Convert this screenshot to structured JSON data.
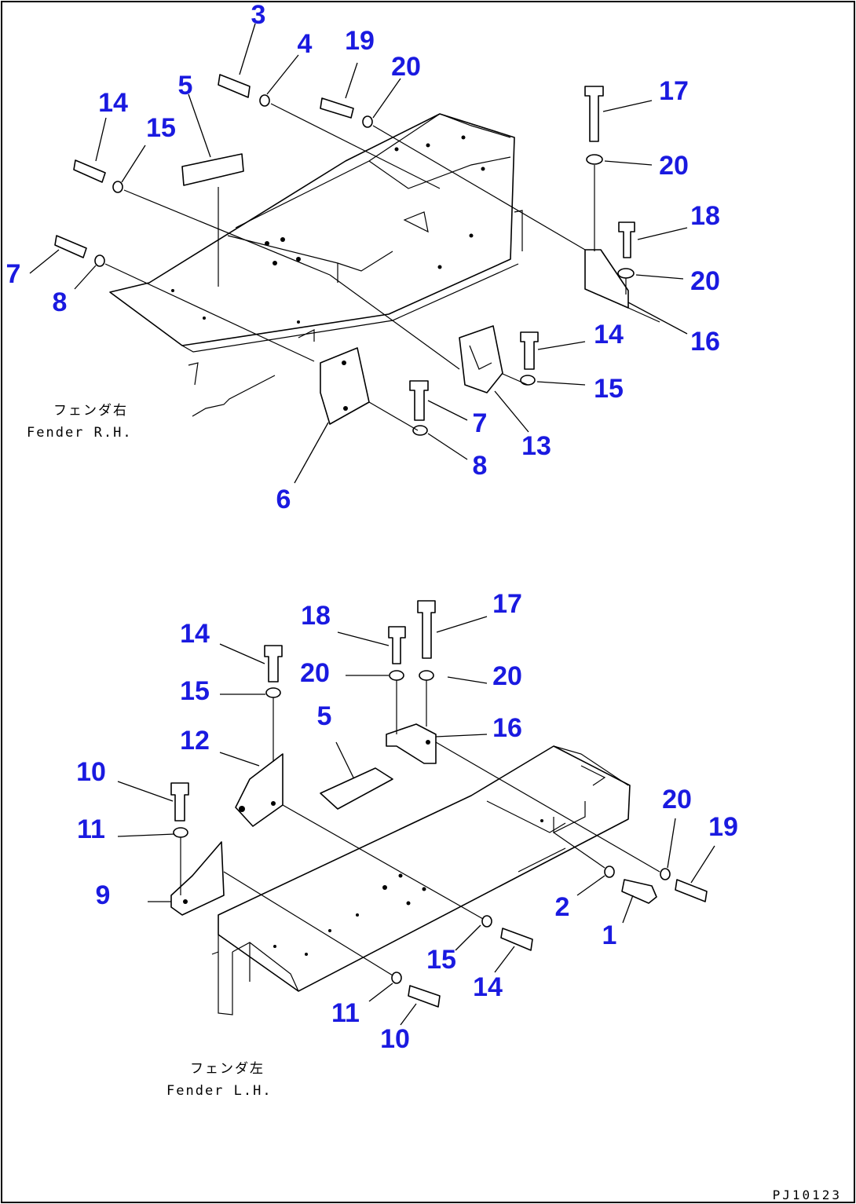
{
  "figure_code": "PJ10123",
  "views": [
    {
      "id": "rh",
      "caption_jp": "フェンダ右",
      "caption_en": "Fender R.H.",
      "callouts": [
        {
          "id": "rh-3",
          "text": "3"
        },
        {
          "id": "rh-4",
          "text": "4"
        },
        {
          "id": "rh-19",
          "text": "19"
        },
        {
          "id": "rh-20a",
          "text": "20"
        },
        {
          "id": "rh-14a",
          "text": "14"
        },
        {
          "id": "rh-15a",
          "text": "15"
        },
        {
          "id": "rh-5",
          "text": "5"
        },
        {
          "id": "rh-7a",
          "text": "7"
        },
        {
          "id": "rh-8a",
          "text": "8"
        },
        {
          "id": "rh-17",
          "text": "17"
        },
        {
          "id": "rh-20b",
          "text": "20"
        },
        {
          "id": "rh-18",
          "text": "18"
        },
        {
          "id": "rh-20c",
          "text": "20"
        },
        {
          "id": "rh-16",
          "text": "16"
        },
        {
          "id": "rh-14b",
          "text": "14"
        },
        {
          "id": "rh-15b",
          "text": "15"
        },
        {
          "id": "rh-7b",
          "text": "7"
        },
        {
          "id": "rh-13",
          "text": "13"
        },
        {
          "id": "rh-8b",
          "text": "8"
        },
        {
          "id": "rh-6",
          "text": "6"
        }
      ]
    },
    {
      "id": "lh",
      "caption_jp": "フェンダ左",
      "caption_en": "Fender L.H.",
      "callouts": [
        {
          "id": "lh-18",
          "text": "18"
        },
        {
          "id": "lh-17",
          "text": "17"
        },
        {
          "id": "lh-14a",
          "text": "14"
        },
        {
          "id": "lh-20a",
          "text": "20"
        },
        {
          "id": "lh-20b",
          "text": "20"
        },
        {
          "id": "lh-15a",
          "text": "15"
        },
        {
          "id": "lh-5",
          "text": "5"
        },
        {
          "id": "lh-16",
          "text": "16"
        },
        {
          "id": "lh-12",
          "text": "12"
        },
        {
          "id": "lh-10a",
          "text": "10"
        },
        {
          "id": "lh-20c",
          "text": "20"
        },
        {
          "id": "lh-19",
          "text": "19"
        },
        {
          "id": "lh-11a",
          "text": "11"
        },
        {
          "id": "lh-9",
          "text": "9"
        },
        {
          "id": "lh-2",
          "text": "2"
        },
        {
          "id": "lh-1",
          "text": "1"
        },
        {
          "id": "lh-15b",
          "text": "15"
        },
        {
          "id": "lh-14b",
          "text": "14"
        },
        {
          "id": "lh-11b",
          "text": "11"
        },
        {
          "id": "lh-10b",
          "text": "10"
        }
      ]
    }
  ]
}
